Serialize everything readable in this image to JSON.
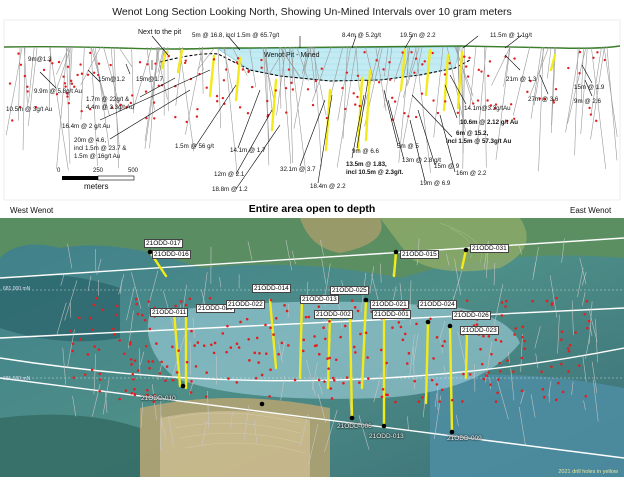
{
  "section": {
    "title": "Wenot Long Section Looking North, Showing Un-Mined Intervals over 10 gram meters",
    "pit_label": "Wenot Pit - Mined",
    "next_to_pit": "Next to the pit",
    "west_label": "West Wenot",
    "east_label": "East Wenot",
    "scale": {
      "ticks": [
        "0",
        "250",
        "500"
      ],
      "unit": "meters"
    },
    "labels": [
      "9m@1.3",
      "10.5m @ 3g/t Au",
      "9.9m @ 5.8g/t Au",
      "15m@1.2",
      "15m@1.7",
      "1.7m @ 22g/t &",
      "4.4m @ 3.3g/t Au",
      "16.4m @ 2 g/t Au",
      "20m @ 4.6,",
      "incl 1.5m @ 23.7 &",
      "1.5m @ 16g/t Au",
      "5m @ 16.8, incl 1.5m @ 65.7g/t",
      "8.4m @ 5.2g/t",
      "19.5m @ 2.2",
      "11.5m @ 1.1g/t",
      "21m @ 1.3",
      "27m @ 3.6",
      "9m @ 2.6",
      "15m @ 1.9",
      "14.1m@3.3g/tAu",
      "10.6m @ 2.12 g/t Au",
      "6m @ 15.2,",
      "incl 1.5m @ 57.3g/t Au",
      "1.5m @ 56 g/t",
      "14.1m @ 1.7",
      "12m @ 2.1",
      "18.8m @ 1.2",
      "32.1m @ 3.7",
      "18.4m @ 2.2",
      "13.5m @ 1.83,",
      "incl 10.5m @ 2.3g/t.",
      "9m @ 6.6",
      "13m @ 2.8 g/t",
      "5m @ 5",
      "15m @ 9",
      "19m @ 6.9",
      "16m @ 2.2"
    ]
  },
  "plan": {
    "heading": "Entire area open to depth",
    "northings": [
      "681,000 mN",
      "681,500 mN"
    ],
    "drillholes": [
      "21ODD-017",
      "21ODD-016",
      "21ODD-015",
      "21ODD-031",
      "21ODD-014",
      "21ODD-011",
      "21ODD-020",
      "21ODD-022",
      "21ODD-013",
      "21ODD-025",
      "21ODD-002",
      "21ODD-021",
      "21ODD-001",
      "21ODD-024",
      "21ODD-026",
      "21ODD-023",
      "21ODD-010",
      "21ODD-006",
      "21ODD-013",
      "21ODD-009"
    ],
    "legend": "2021 drill holes in yellow"
  },
  "colors": {
    "intercept": "#f2ea1a",
    "assay": "#e02020",
    "pit_fill": "#bfe8f0",
    "ground": "#3a7d2a"
  }
}
